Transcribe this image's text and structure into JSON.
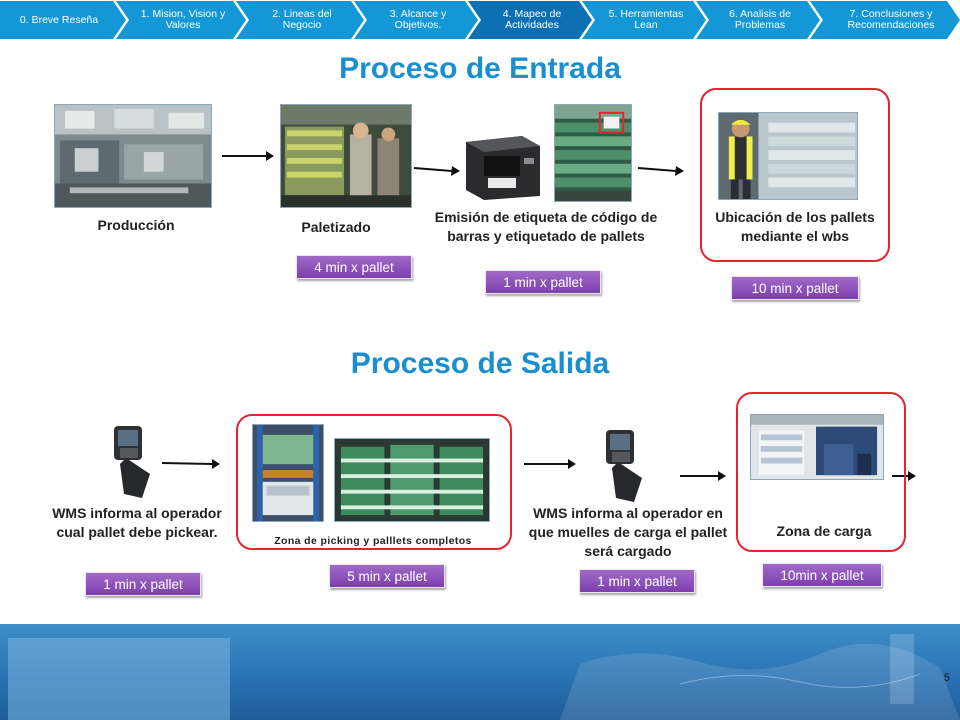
{
  "nav": {
    "items": [
      {
        "label": "0. Breve Reseña"
      },
      {
        "label": "1. Mision, Vision y Valores"
      },
      {
        "label": "2. Lineas del Negocio"
      },
      {
        "label": "3. Alcance y Objetivos."
      },
      {
        "label": "4. Mapeo de Actividades"
      },
      {
        "label": "5. Herramientas Lean"
      },
      {
        "label": "6. Analisis de Problemas"
      },
      {
        "label": "7. Conclusiones y Recomendaciones"
      }
    ],
    "active_index": 4,
    "color": "#1397d6",
    "active_color": "#0b6fb4"
  },
  "entrada": {
    "title": "Proceso de Entrada",
    "steps": [
      {
        "label": "Producción",
        "time": ""
      },
      {
        "label": "Paletizado",
        "time": "4 min x pallet"
      },
      {
        "label": "Emisión de etiqueta de código de barras y etiquetado de pallets",
        "time": "1 min x pallet"
      },
      {
        "label": "Ubicación de los pallets mediante el wbs",
        "time": "10 min x pallet"
      }
    ]
  },
  "salida": {
    "title": "Proceso de Salida",
    "steps": [
      {
        "label": "WMS informa al operador cual pallet debe pickear.",
        "time": "1 min x pallet"
      },
      {
        "label": "Zona de picking y palllets completos",
        "time": "5 min x pallet"
      },
      {
        "label": "WMS informa al operador en que muelles de carga el pallet será cargado",
        "time": "1 min x pallet"
      },
      {
        "label": "Zona de carga",
        "time": "10min x pallet"
      }
    ]
  },
  "colors": {
    "title": "#1a8fd0",
    "badge": "#8a4fbb",
    "highlight": "#e8222e"
  },
  "footer": {
    "page_number": "5"
  }
}
